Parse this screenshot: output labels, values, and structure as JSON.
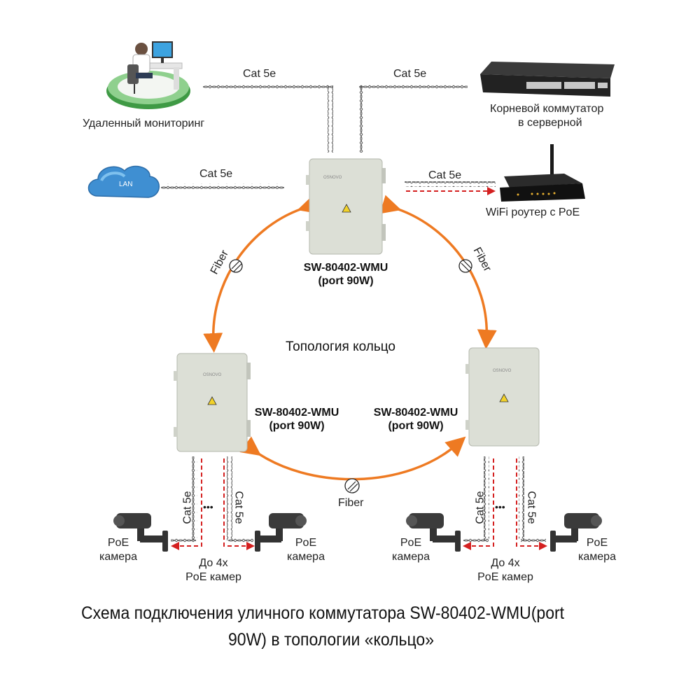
{
  "nodes": {
    "remote_monitoring": {
      "label": "Удаленный мониторинг"
    },
    "core_switch": {
      "label_line1": "Корневой коммутатор",
      "label_line2": "в серверной"
    },
    "lan": {
      "label": "LAN"
    },
    "wifi_router": {
      "label": "WiFi роутер с PoE"
    },
    "switch_top": {
      "model": "SW-80402-WMU",
      "port": "(port 90W)",
      "brand": "OSNOVO"
    },
    "switch_left": {
      "model": "SW-80402-WMU",
      "port": "(port 90W)",
      "brand": "OSNOVO"
    },
    "switch_right": {
      "model": "SW-80402-WMU",
      "port": "(port 90W)",
      "brand": "OSNOVO"
    }
  },
  "links": {
    "monitoring_cable": "Cat 5e",
    "core_cable": "Cat 5e",
    "lan_cable": "Cat 5e",
    "router_cable": "Cat 5e",
    "fiber_left": "Fiber",
    "fiber_right": "Fiber",
    "fiber_bottom": "Fiber",
    "left_cam_cable_1": "Cat 5e",
    "left_cam_cable_2": "Cat 5e",
    "right_cam_cable_1": "Cat 5e",
    "right_cam_cable_2": "Cat 5e"
  },
  "cameras": {
    "label_line1": "PoE",
    "label_line2": "камера",
    "group_line1": "До 4х",
    "group_line2": "PoE камер",
    "ellipsis": "•••"
  },
  "topology_label": "Топология кольцо",
  "caption": {
    "line1": "Схема подключения уличного коммутатора SW-80402-WMU(port",
    "line2": "90W) в топологии «кольцо»"
  },
  "colors": {
    "fiber": "#ee7a22",
    "poe_dash": "#d42020",
    "cable": "#555555",
    "enclosure": "#dcdfd6"
  }
}
